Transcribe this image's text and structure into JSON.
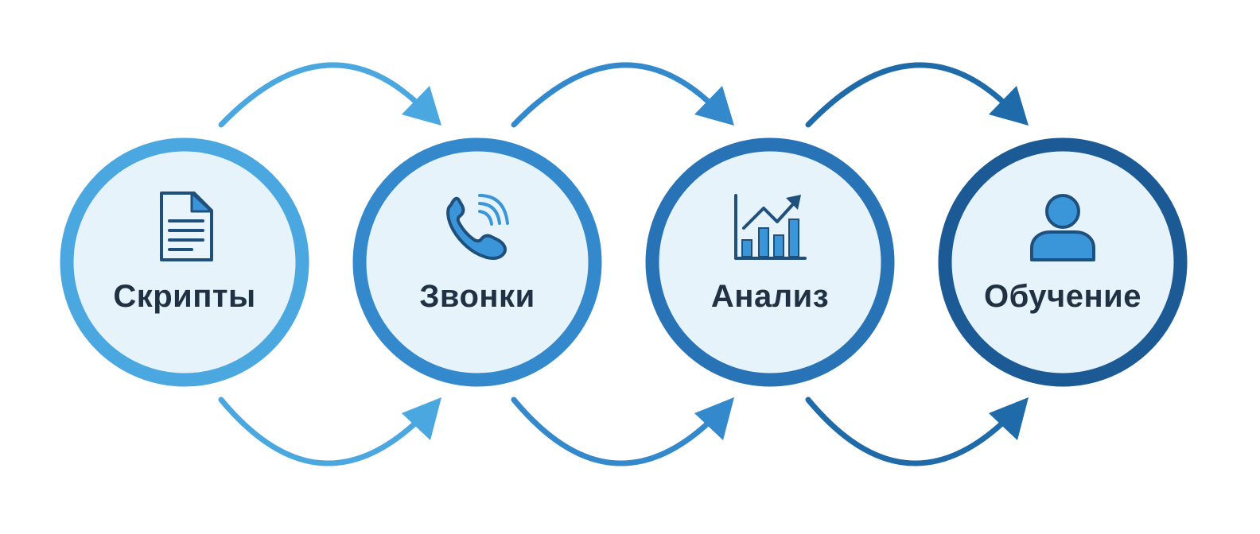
{
  "diagram": {
    "nodes": [
      {
        "label": "Скрипты",
        "icon": "document-icon",
        "ring_color": "#4aa7e0"
      },
      {
        "label": "Звонки",
        "icon": "phone-icon",
        "ring_color": "#3389cc"
      },
      {
        "label": "Анализ",
        "icon": "bar-chart-icon",
        "ring_color": "#2873b6"
      },
      {
        "label": "Обучение",
        "icon": "user-icon",
        "ring_color": "#1b5a94"
      }
    ],
    "colors": {
      "circle_fill": "#e6f3fb",
      "text": "#1f3142",
      "icon_fill": "#3b96d9",
      "icon_stroke": "#1f4f7d",
      "arrow_colors": [
        "#4aa7e0",
        "#3389cc",
        "#1f6aa8"
      ]
    },
    "arrows": [
      {
        "from": "Скрипты",
        "to": "Звонки"
      },
      {
        "from": "Звонки",
        "to": "Анализ"
      },
      {
        "from": "Анализ",
        "to": "Обучение"
      }
    ]
  }
}
